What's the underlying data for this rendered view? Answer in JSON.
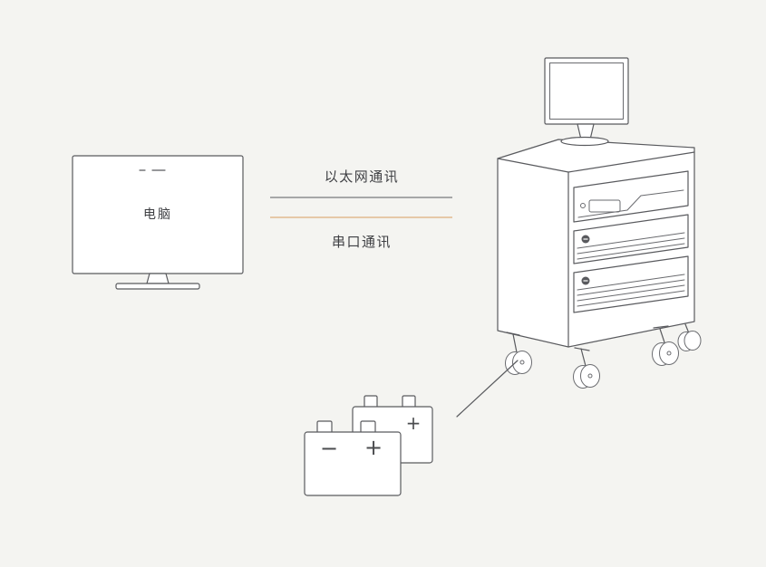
{
  "canvas": {
    "background_color": "#f4f4f1",
    "line_color": "#595a5e",
    "accent_line_color": "#d79b5f"
  },
  "computer": {
    "label": "电脑"
  },
  "links": {
    "ethernet": {
      "label": "以太网通讯"
    },
    "serial": {
      "label": "串口通讯"
    }
  },
  "batteries": {
    "front": {
      "negative_symbol": "−",
      "positive_symbol": "+"
    },
    "back": {
      "positive_symbol": "+"
    }
  }
}
